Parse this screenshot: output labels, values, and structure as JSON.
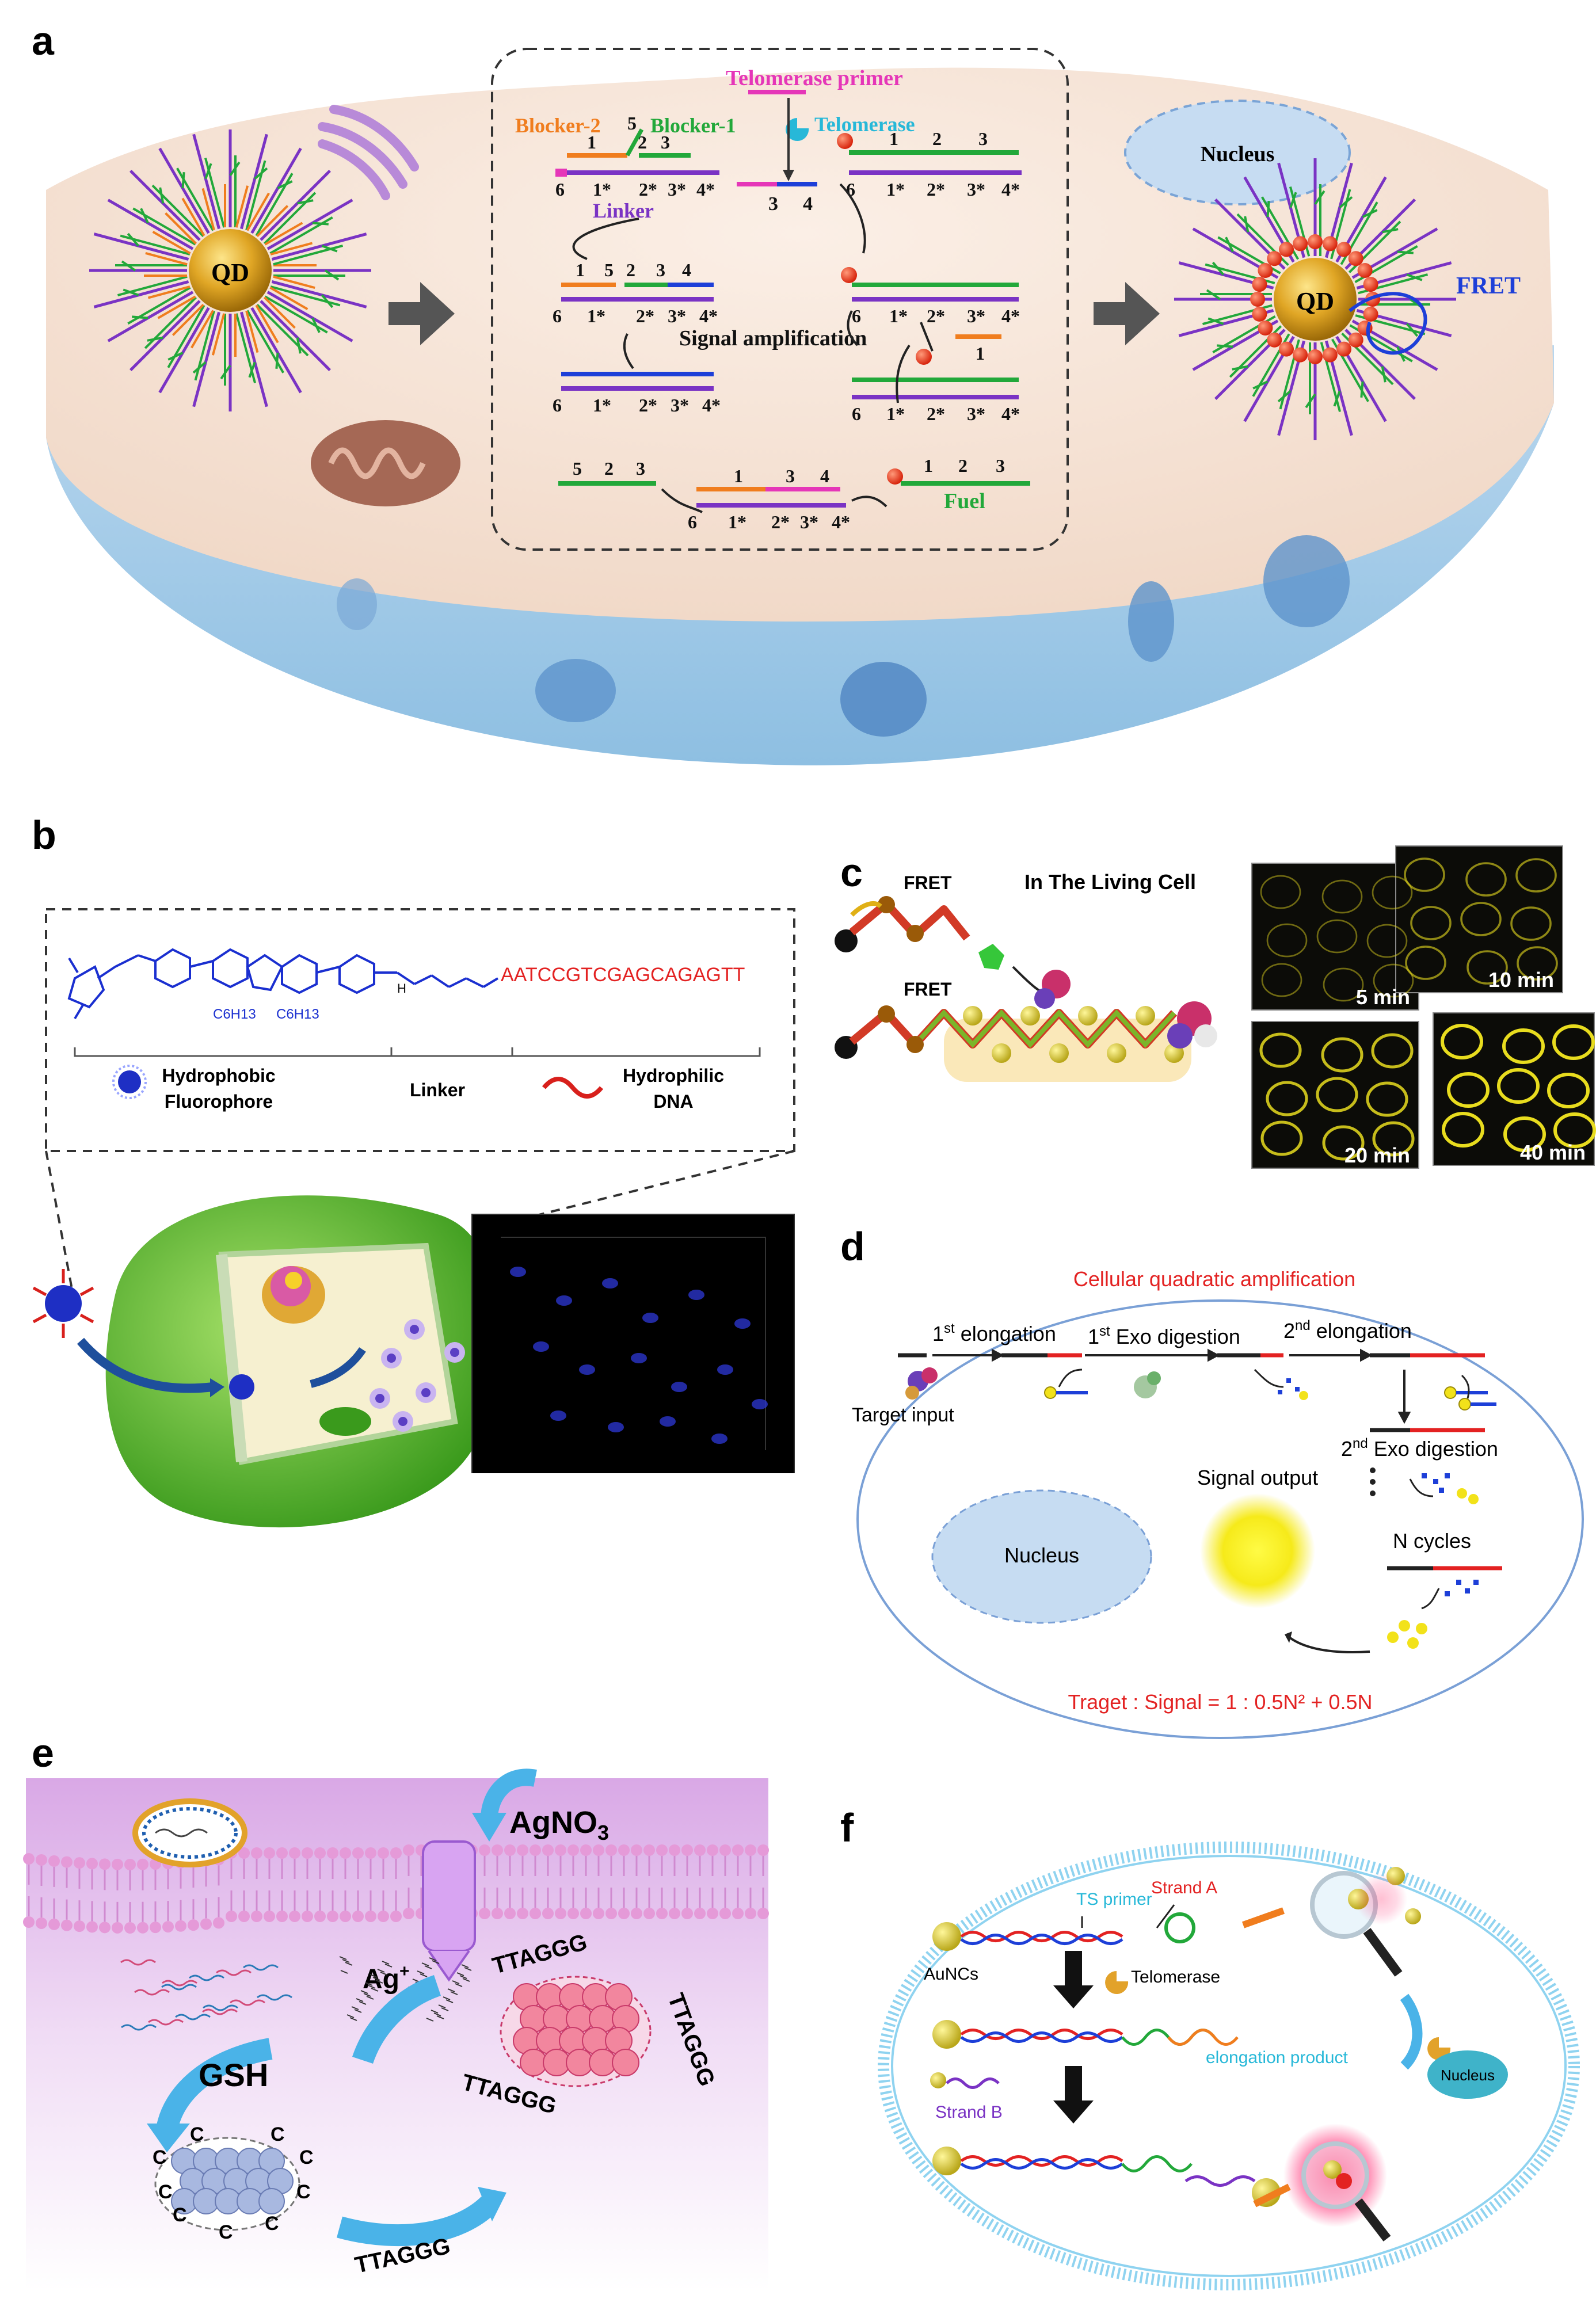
{
  "panels": {
    "a": {
      "letter": "a",
      "qd": "QD",
      "telomerase_primer": "Telomerase primer",
      "telomerase": "Telomerase",
      "blocker2": "Blocker-2",
      "blocker1": "Blocker-1",
      "linker": "Linker",
      "signal_amplification": "Signal amplification",
      "fuel": "Fuel",
      "nucleus": "Nucleus",
      "fret": "FRET",
      "n1": "1",
      "n2": "2",
      "n3": "3",
      "n4": "4",
      "n5": "5",
      "n6": "6",
      "s1": "1*",
      "s2": "2*",
      "s3": "3*",
      "s4": "4*"
    },
    "b": {
      "letter": "b",
      "sequence": "AATCCGTCGAGCAGAGTT",
      "c6h13": "C6H13",
      "nh": "H",
      "hydrophobic": "Hydrophobic",
      "fluorophore": "Fluorophore",
      "linker": "Linker",
      "hydrophilic": "Hydrophilic",
      "dna": "DNA"
    },
    "c": {
      "letter": "c",
      "fret1": "FRET",
      "fret2": "FRET",
      "title": "In The Living Cell",
      "t5": "5 min",
      "t10": "10 min",
      "t20": "20 min",
      "t40": "40 min"
    },
    "d": {
      "letter": "d",
      "title": "Cellular quadratic amplification",
      "first_elong_pre": "1",
      "first_elong_sup": "st",
      "first_elong_post": " elongation",
      "first_exo_pre": "1",
      "first_exo_sup": "st",
      "first_exo_post": " Exo digestion",
      "second_elong_pre": "2",
      "second_elong_sup": "nd",
      "second_elong_post": " elongation",
      "second_exo_pre": "2",
      "second_exo_sup": "nd",
      "second_exo_post": " Exo digestion",
      "target_input": "Target input",
      "signal_output": "Signal output",
      "nucleus": "Nucleus",
      "n_cycles": "N cycles",
      "ratio": "Traget : Signal = 1 : 0.5N² + 0.5N"
    },
    "e": {
      "letter": "e",
      "agno3": "AgNO3",
      "ag": "Ag+",
      "gsh": "GSH",
      "c_letter": "C",
      "seq1": "TTAGGG",
      "seq2": "TTAGGG",
      "seq3": "TTAGGG",
      "seq4": "TTAGGG"
    },
    "f": {
      "letter": "f",
      "ts_primer": "TS primer",
      "strand_a": "Strand A",
      "aunc": "AuNCs",
      "telomerase": "Telomerase",
      "elongation_product": "elongation product",
      "strand_b": "Strand B",
      "nucleus": "Nucleus"
    }
  },
  "colors": {
    "purple": "#7a33c4",
    "green": "#22a83a",
    "orange": "#f07d1e",
    "blue": "#1d3fd8",
    "pink": "#e536b8",
    "red": "#e32222",
    "yellow": "#f2e21a",
    "cyan": "#27b8d8"
  }
}
